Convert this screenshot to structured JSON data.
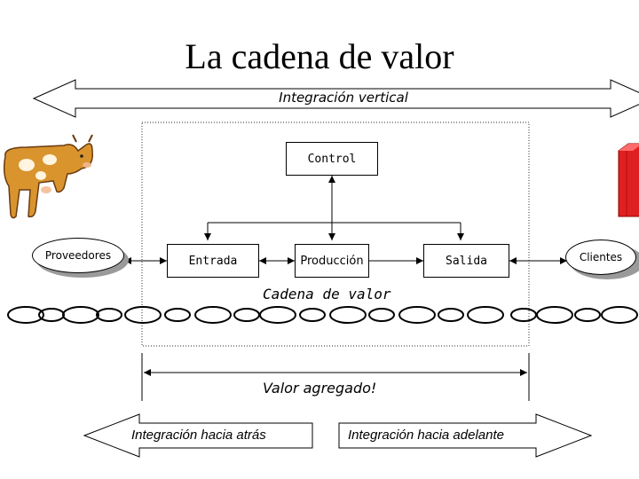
{
  "title": "La cadena de valor",
  "vertical_integration_label": "Integración vertical",
  "control_label": "Control",
  "entrada_label": "Entrada",
  "produccion_label": "Producción",
  "salida_label": "Salida",
  "proveedores_label": "Proveedores",
  "clientes_label": "Clientes",
  "cadena_label": "Cadena de valor",
  "valor_agregado_label": "Valor agregado!",
  "backward_label": "Integración hacia atrás",
  "forward_label": "Integración hacia adelante",
  "icons": [
    "cow-icon",
    "product-box-icon",
    "chain-icon"
  ],
  "colors": {
    "cow": "#d9942e",
    "product": "#e02020",
    "shadow": "#9a9a9a"
  }
}
